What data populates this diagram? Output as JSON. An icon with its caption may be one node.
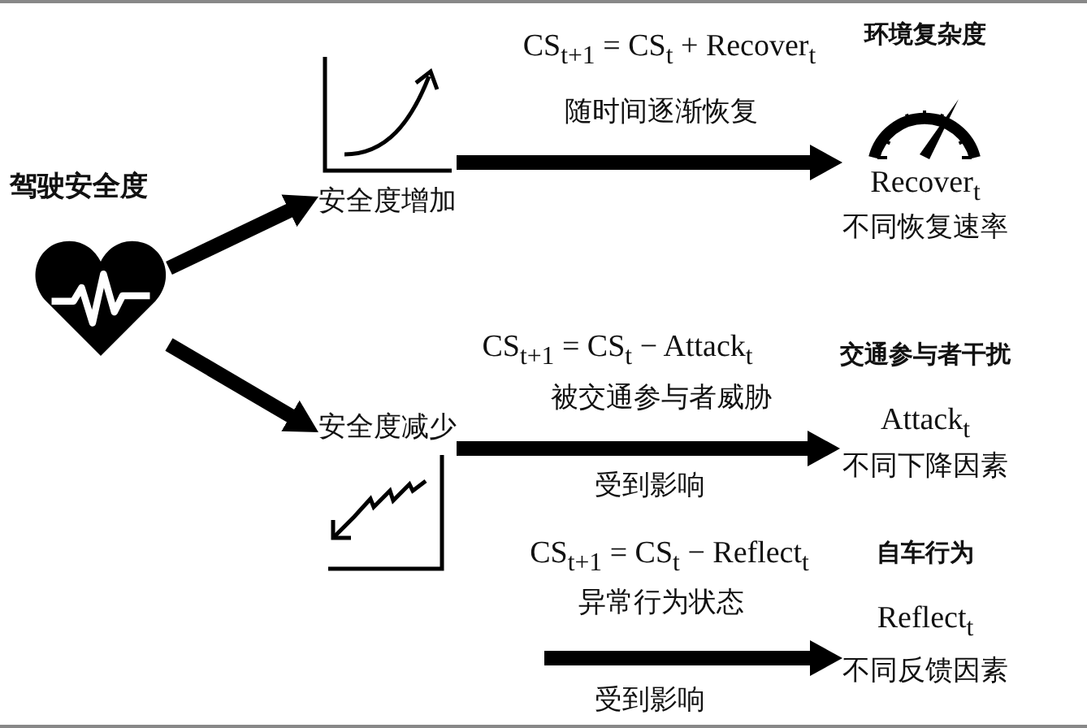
{
  "diagram": {
    "nodes": [
      {
        "text": [
          "驾驶安全度"
        ]
      },
      {
        "text": [
          "安全度增加"
        ]
      },
      {
        "text": [
          "安全度减少"
        ]
      },
      {
        "text": [
          "环境复杂度",
          "Recover$_{t}$",
          "不同恢复速率"
        ]
      },
      {
        "text": [
          "交通参与者干扰",
          "Attack$_{t}$",
          "不同下降因素"
        ]
      },
      {
        "text": [
          "自车行为",
          "Reflect$_{t}$",
          "不同反馈因素"
        ]
      }
    ],
    "edges": [
      {
        "from": 0,
        "to": 1,
        "arrow": "to"
      },
      {
        "from": 0,
        "to": 2,
        "arrow": "to"
      },
      {
        "from": 1,
        "to": 3,
        "arrow": "to",
        "label": "随时间逐渐恢复"
      },
      {
        "from": 2,
        "to": 4,
        "arrow": "to",
        "label": "被交通参与者威胁"
      },
      {
        "from": null,
        "to": 5,
        "arrow": "to",
        "label": "异常行为状态"
      }
    ],
    "labels": [
      "CS$_{t+1}$ = CS$_{t}$ + Recover$_{t}$",
      "CS$_{t+1}$ = CS$_{t}$ − Attack$_{t}$",
      "受到影响",
      "CS$_{t+1}$ = CS$_{t}$ − Reflect$_{t}$",
      "受到影响"
    ]
  }
}
